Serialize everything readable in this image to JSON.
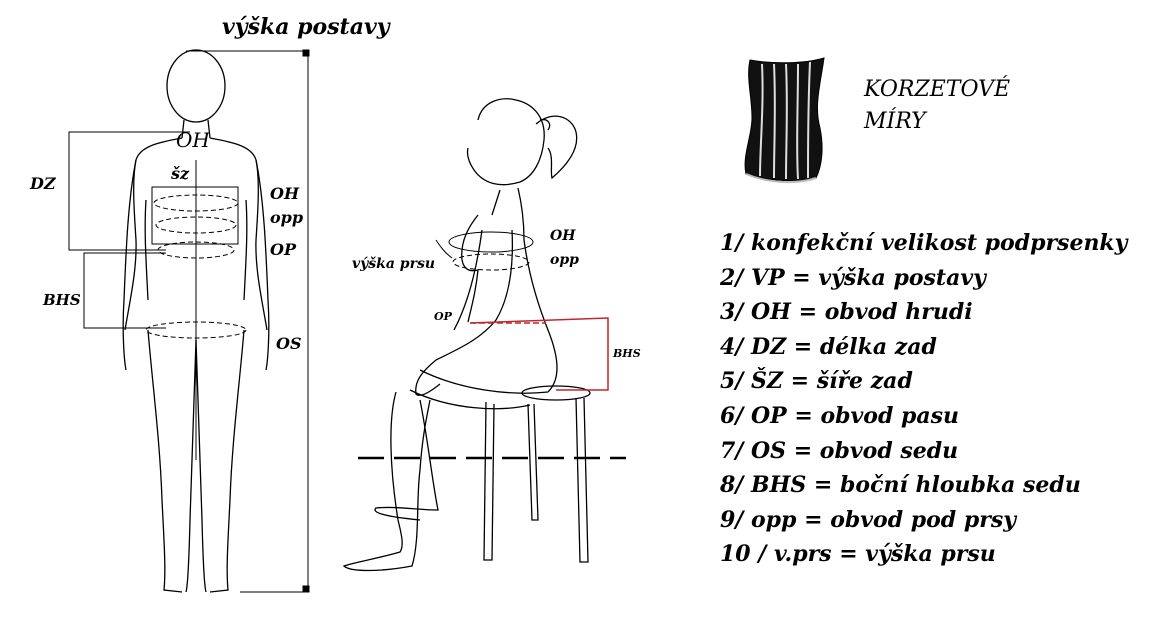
{
  "standing_figure": {
    "height_label": "výška postavy",
    "oh_label": "OH",
    "sz_label": "šz",
    "dz_label": "DZ",
    "oh_right_label": "OH",
    "opp_right_label": "opp",
    "op_label": "OP",
    "bhs_label": "BHS",
    "os_label": "OS"
  },
  "seated_figure": {
    "oh_label": "OH",
    "opp_label": "opp",
    "bust_height_label": "výška prsu",
    "op_label": "OP",
    "bhs_label": "BHS"
  },
  "title": {
    "line1": "KORZETOVÉ",
    "line2": "MÍRY"
  },
  "legend": [
    "1/  konfekční velikost podprsenky",
    "2/ VP = výška postavy",
    "3/  OH = obvod hrudi",
    "4/ DZ = délka zad",
    "5/  ŠZ = šíře zad",
    "6/ OP = obvod pasu",
    "7/ OS = obvod sedu",
    "8/  BHS = boční hloubka sedu",
    "9/  opp = obvod pod prsy",
    "10 / v.prs = výška prsu"
  ],
  "colors": {
    "line": "#000000",
    "accent": "#c0272d"
  }
}
